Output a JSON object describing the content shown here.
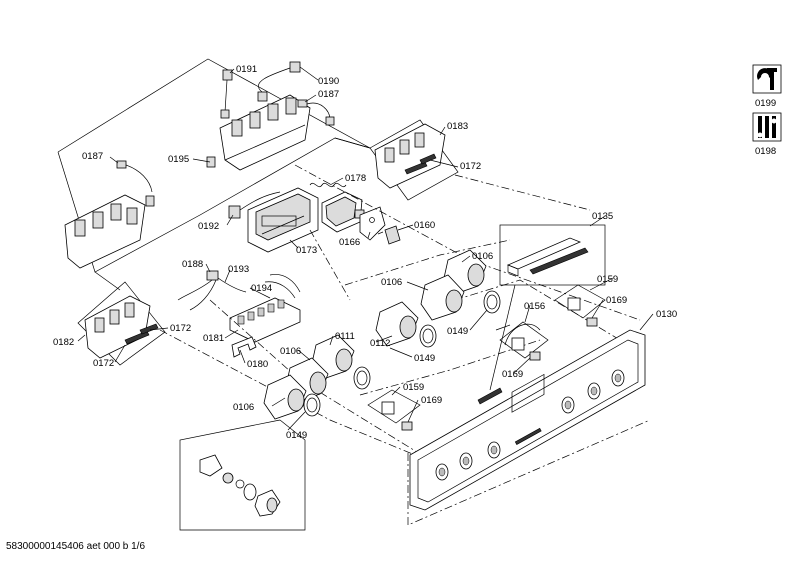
{
  "footer_text": "58300000145406 aet 000 b 1/6",
  "callouts": {
    "c0191": "0191",
    "c0190": "0190",
    "c0187a": "0187",
    "c0187b": "0187",
    "c0195": "0195",
    "c0183": "0183",
    "c0172a": "0172",
    "c0178": "0178",
    "c0192": "0192",
    "c0173": "0173",
    "c0166": "0166",
    "c0160": "0160",
    "c0188": "0188",
    "c0193": "0193",
    "c0194": "0194",
    "c0182": "0182",
    "c0172b": "0172",
    "c0172c": "0172",
    "c0181": "0181",
    "c0180": "0180",
    "c0106a": "0106",
    "c0106b": "0106",
    "c0106c": "0106",
    "c0106d": "0106",
    "c0111": "0111",
    "c0112": "0112",
    "c0149a": "0149",
    "c0149b": "0149",
    "c0149c": "0149",
    "c0135": "0135",
    "c0159a": "0159",
    "c0159b": "0159",
    "c0169a": "0169",
    "c0169b": "0169",
    "c0169c": "0169",
    "c0156": "0156",
    "c0130": "0130",
    "c0199": "0199",
    "c0198": "0198"
  }
}
